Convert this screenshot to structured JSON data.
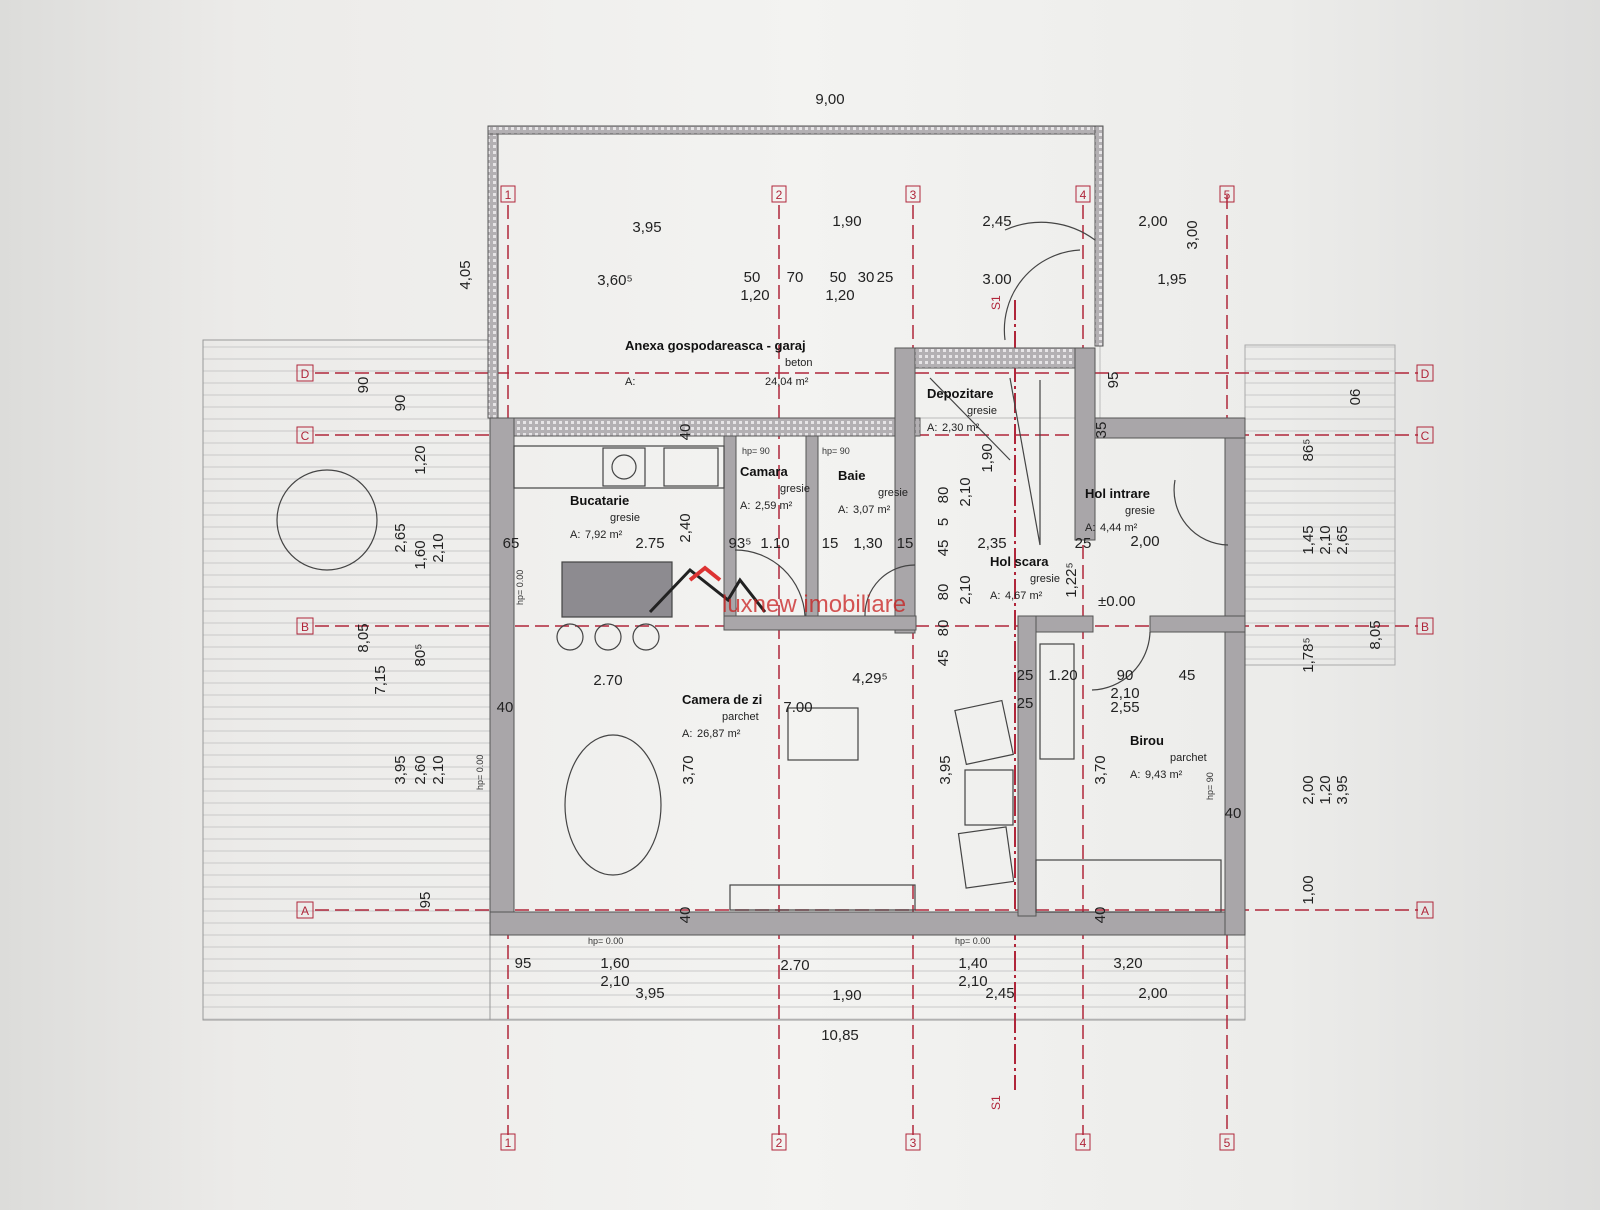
{
  "plan": {
    "overall_width_top": "9,00",
    "overall_width_bottom": "10,85",
    "level_mark": "±0.00",
    "section_mark": "S1",
    "watermark": "luxnew imobiliare",
    "axes_vertical": [
      "1",
      "2",
      "3",
      "4",
      "5"
    ],
    "axes_horizontal": [
      "D",
      "C",
      "B",
      "A"
    ],
    "hp_labels": [
      "hp= 90",
      "hp= 90",
      "hp= 0.00",
      "hp= 0.00",
      "hp= 0.00",
      "hp= 0.00",
      "hp= 90"
    ]
  },
  "rooms": [
    {
      "name": "Anexa gospodareasca - garaj",
      "finish": "beton",
      "area_prefix": "A:",
      "area": "24,04 m²"
    },
    {
      "name": "Depozitare",
      "finish": "gresie",
      "area_prefix": "A:",
      "area": "2,30 m²"
    },
    {
      "name": "Bucatarie",
      "finish": "gresie",
      "area_prefix": "A:",
      "area": "7,92 m²"
    },
    {
      "name": "Camara",
      "finish": "gresie",
      "area_prefix": "A:",
      "area": "2,59 m²"
    },
    {
      "name": "Baie",
      "finish": "gresie",
      "area_prefix": "A:",
      "area": "3,07 m²"
    },
    {
      "name": "Hol intrare",
      "finish": "gresie",
      "area_prefix": "A:",
      "area": "4,44 m²"
    },
    {
      "name": "Hol scara",
      "finish": "gresie",
      "area_prefix": "A:",
      "area": "4,67 m²"
    },
    {
      "name": "Camera de zi",
      "finish": "parchet",
      "area_prefix": "A:",
      "area": "26,87 m²"
    },
    {
      "name": "Birou",
      "finish": "parchet",
      "area_prefix": "A:",
      "area": "9,43 m²"
    }
  ],
  "dims": [
    "3,95",
    "1,90",
    "2,45",
    "2,00",
    "3,00",
    "4,05",
    "3,60⁵",
    "50",
    "70",
    "50",
    "30",
    "25",
    "1,20",
    "1,20",
    "3.00",
    "1,95",
    "90",
    "90",
    "1,20",
    "2,65",
    "1,60",
    "2,10",
    "8,05",
    "7,15",
    "80⁵",
    "3,95",
    "2,60",
    "2,10",
    "95",
    "40",
    "2.75",
    "2,40",
    "65",
    "93⁵",
    "1.10",
    "15",
    "1,30",
    "15",
    "45",
    "2,35",
    "25",
    "2,00",
    "80",
    "2,10",
    "1,22⁵",
    "2.70",
    "4,29⁵",
    "7.00",
    "3,70",
    "3,95",
    "25",
    "1.20",
    "90",
    "45",
    "2,10",
    "25",
    "2,55",
    "3,70",
    "40",
    "40",
    "40",
    "40",
    "95",
    "35",
    "06",
    "86⁵",
    "1,45",
    "2,10",
    "2,65",
    "1,78⁵",
    "8,05",
    "2,00",
    "1,20",
    "3,95",
    "1,00",
    "95",
    "1,60",
    "2,10",
    "3,95",
    "2.70",
    "1,90",
    "1,40",
    "2,10",
    "2,45",
    "3,20",
    "2,00",
    "1,90",
    "80",
    "2,10",
    "5",
    "80",
    "45"
  ]
}
